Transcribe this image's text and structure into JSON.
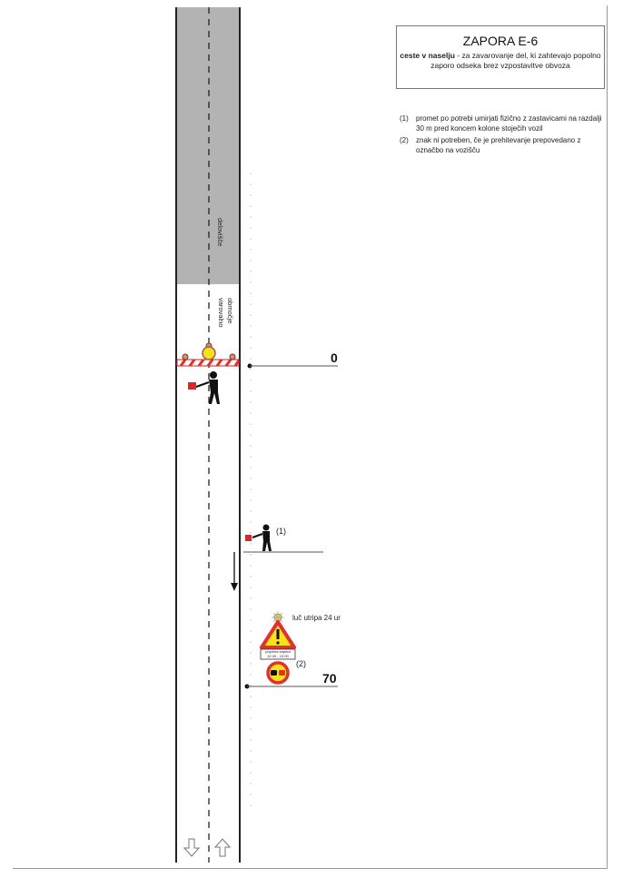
{
  "title": "ZAPORA  E-6",
  "subtitle_bold": "ceste v naselju",
  "subtitle_rest": " - za zavarovanje del, ki zahtevajo popolno zaporo odseka brez vzpostavitve obvoza",
  "notes": [
    {
      "num": "(1)",
      "text": "promet po potrebi umirjati fizično z zastavicami na razdalji 30 m pred koncem kolone stoječih vozil"
    },
    {
      "num": "(2)",
      "text": "znak ni potreben, če je prehitevanje prepovedano z označbo na vozišču"
    }
  ],
  "labels": {
    "work_area": "delovišče",
    "safety_zone_1": "varovalno",
    "safety_zone_2": "območje",
    "flagman_ref": "(1)",
    "sign_ref": "(2)",
    "light_note": "luč utripa 24 ur",
    "plate_1": "popolna zapora",
    "plate_2": "12.00 - 13.00"
  },
  "stations": [
    "0",
    "70"
  ],
  "colors": {
    "road_gray": "#b3b3b3",
    "barrier_red": "#e03030",
    "sign_yellow": "#f7e11a",
    "flag_red": "#d82828"
  }
}
